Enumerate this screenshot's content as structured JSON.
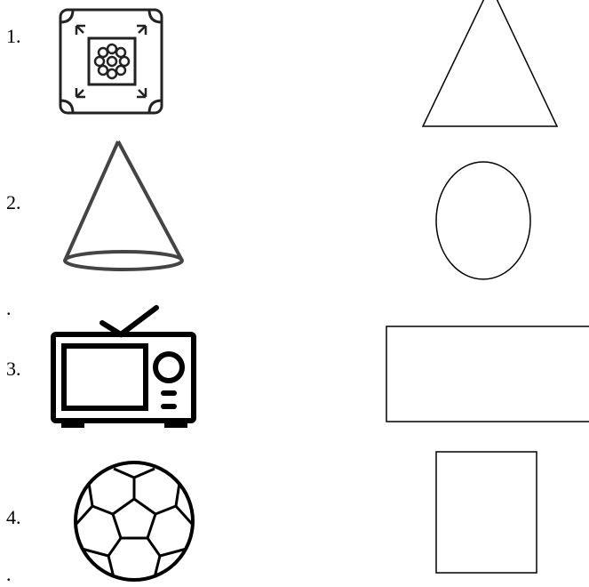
{
  "worksheet": {
    "items": [
      {
        "number": "1.",
        "object_icon": "tile-icon",
        "shape_icon": "triangle-icon"
      },
      {
        "number": "2.",
        "object_icon": "cone-icon",
        "shape_icon": "oval-icon"
      },
      {
        "number": "3.",
        "object_icon": "tv-icon",
        "shape_icon": "rectangle-icon"
      },
      {
        "number": "4.",
        "object_icon": "football-icon",
        "shape_icon": "square-icon"
      }
    ],
    "stray_marks": [
      ".",
      "."
    ]
  }
}
